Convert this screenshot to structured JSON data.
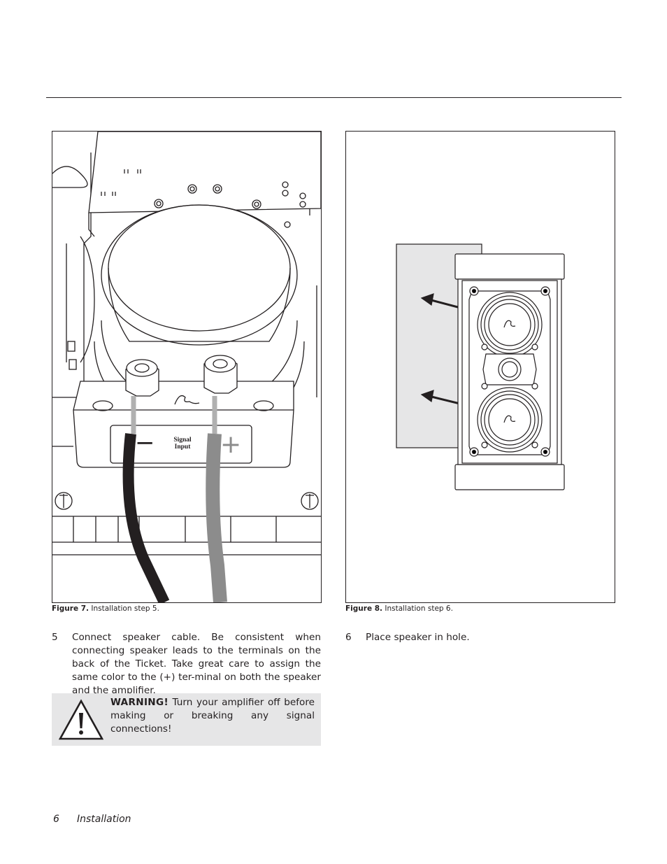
{
  "figures": [
    {
      "label": "Figure 7.",
      "caption": "Installation step 5.",
      "panel_text": "Signal\nInput",
      "polarity_minus": "−",
      "polarity_plus": "+"
    },
    {
      "label": "Figure 8.",
      "caption": "Installation step 6."
    }
  ],
  "steps": [
    {
      "number": "5",
      "text": "Connect speaker cable. Be consistent when connecting speaker leads to the terminals on the back of the Ticket. Take great care to assign the same color to the (+) ter-minal on both the speaker and the amplifier."
    },
    {
      "number": "6",
      "text": "Place speaker in hole."
    }
  ],
  "warning": {
    "label": "WARNING!",
    "text": "Turn your amplifier off before making or breaking any signal connections!",
    "icon": "warning-triangle-icon"
  },
  "footer": {
    "page_number": "6",
    "section": "Installation"
  },
  "colors": {
    "ink": "#231f20",
    "warning_bg": "#e6e6e7",
    "wall_gray": "#e6e6e7",
    "cable_black": "#231f20",
    "cable_gray": "#8c8c8c"
  }
}
